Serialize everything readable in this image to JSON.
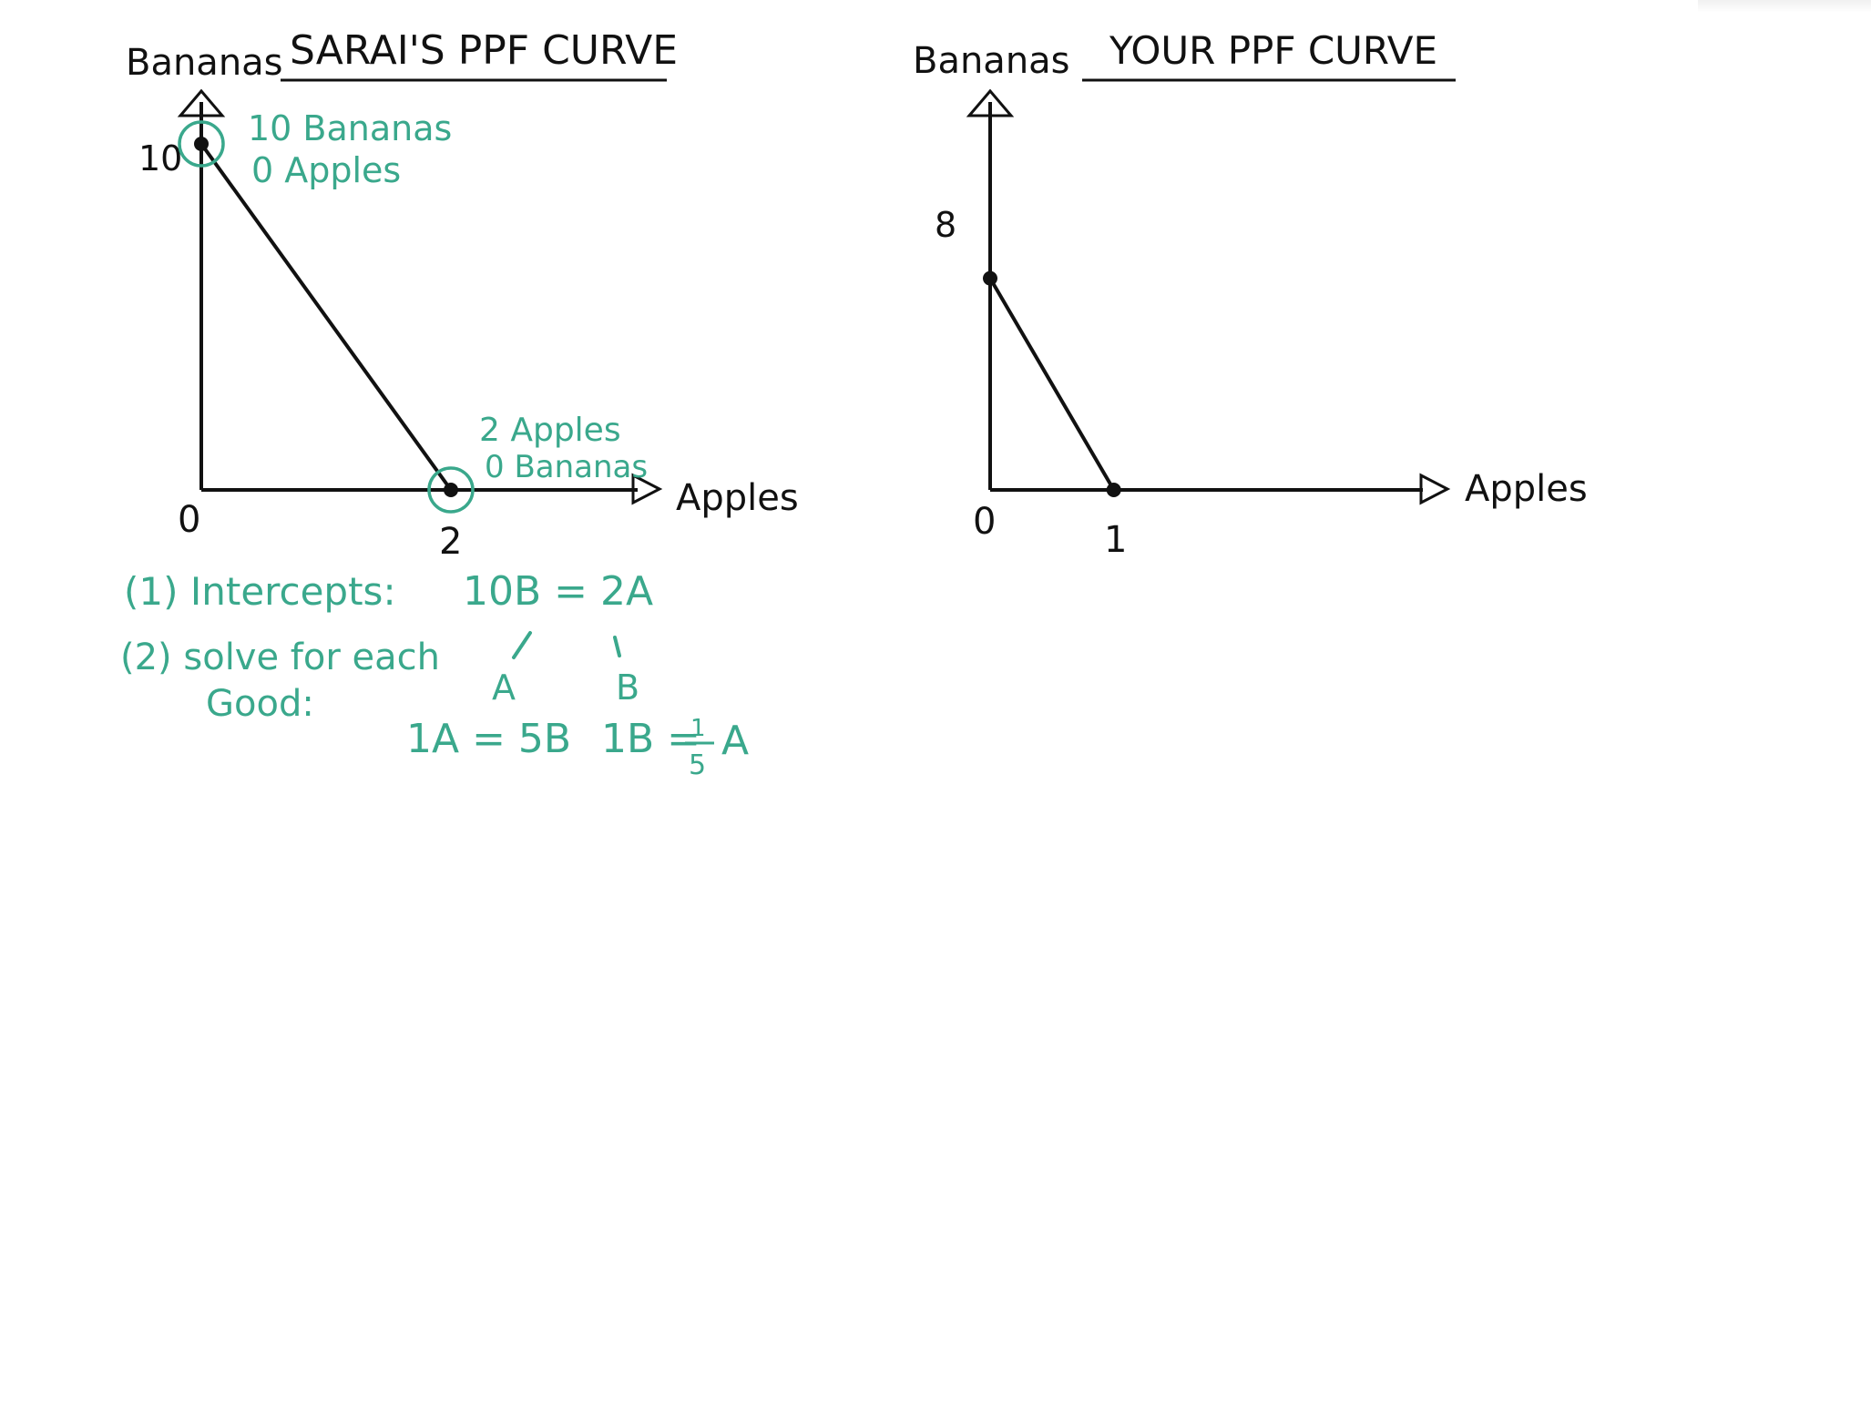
{
  "chart_data": [
    {
      "type": "line",
      "title": "SARAI'S PPF CURVE",
      "xlabel": "Apples",
      "ylabel": "Bananas",
      "origin_label": "0",
      "x_tick_labels": [
        "2"
      ],
      "y_tick_labels": [
        "10"
      ],
      "points": [
        {
          "x": 0,
          "y": 10
        },
        {
          "x": 2,
          "y": 0
        }
      ],
      "xlim": [
        0,
        3
      ],
      "ylim": [
        0,
        11
      ],
      "annotations": [
        {
          "lines": [
            "10 Bananas",
            "0 Apples"
          ]
        },
        {
          "lines": [
            "2 Apples",
            "0 Bananas"
          ]
        }
      ]
    },
    {
      "type": "line",
      "title": "YOUR PPF CURVE",
      "xlabel": "Apples",
      "ylabel": "Bananas",
      "origin_label": "0",
      "x_tick_labels": [
        "1"
      ],
      "y_tick_labels": [
        "8"
      ],
      "points": [
        {
          "x": 0,
          "y": 8
        },
        {
          "x": 1,
          "y": 0
        }
      ],
      "xlim": [
        0,
        3.5
      ],
      "ylim": [
        0,
        10.5
      ]
    }
  ],
  "notes": {
    "step1": "(1) Intercepts:",
    "equation": "10B = 2A",
    "step2_line1": "(2) solve for each",
    "step2_line2": "Good:",
    "branch_a_label": "A",
    "branch_b_label": "B",
    "result_a": "1A = 5B",
    "result_b_left": "1B =",
    "result_b_numerator": "1",
    "result_b_denominator": "5",
    "result_b_unit": "A"
  },
  "colors": {
    "ink": "#111111",
    "accent": "#3aa88c"
  }
}
